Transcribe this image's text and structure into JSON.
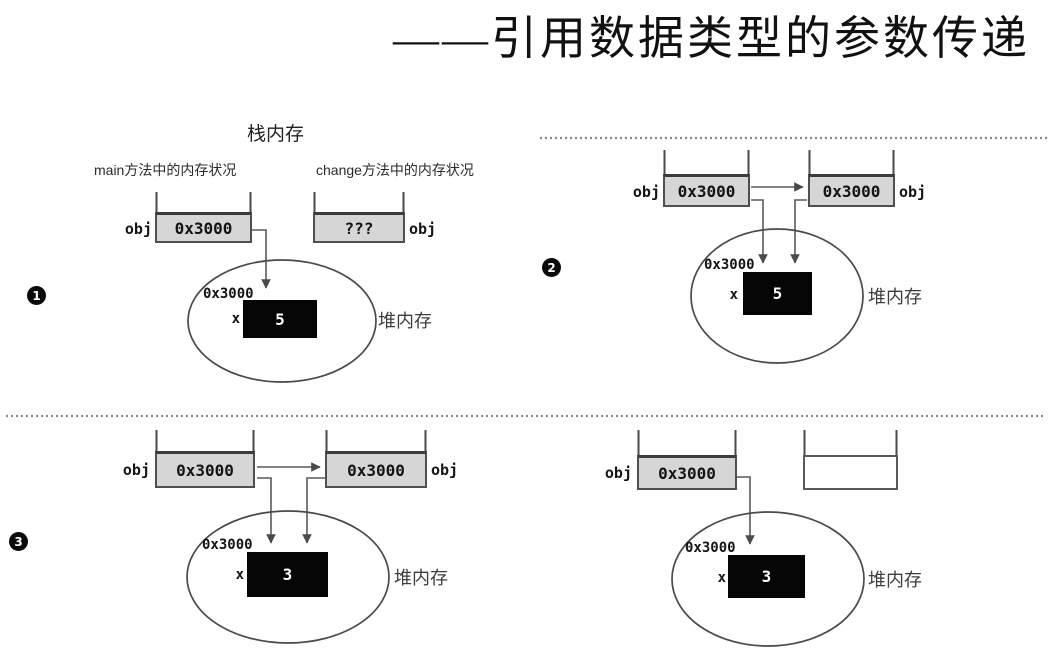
{
  "title": "——引用数据类型的参数传递",
  "shared": {
    "stack_memory_label": "栈内存",
    "heap_memory_label": "堆内存",
    "main_method_label": "main方法中的内存状况",
    "change_method_label": "change方法中的内存状况",
    "obj_label": "obj",
    "x_label": "x"
  },
  "panels": [
    {
      "badge": "1",
      "main_ref": "0x3000",
      "change_ref": "???",
      "heap_address": "0x3000",
      "heap_value": "5"
    },
    {
      "badge": "2",
      "main_ref": "0x3000",
      "change_ref": "0x3000",
      "heap_address": "0x3000",
      "heap_value": "5"
    },
    {
      "badge": "3",
      "main_ref": "0x3000",
      "change_ref": "0x3000",
      "heap_address": "0x3000",
      "heap_value": "3"
    },
    {
      "badge": "",
      "main_ref": "0x3000",
      "change_ref": "",
      "heap_address": "0x3000",
      "heap_value": "3"
    }
  ],
  "colors": {
    "cell_fill": "#d6d6d6",
    "line_stroke": "#4a4a4a",
    "dotted_separator": "#8a8a8a",
    "value_box_bg": "#050505",
    "value_box_text": "#ffffff",
    "heap_label_text": "#3d3d3d"
  }
}
